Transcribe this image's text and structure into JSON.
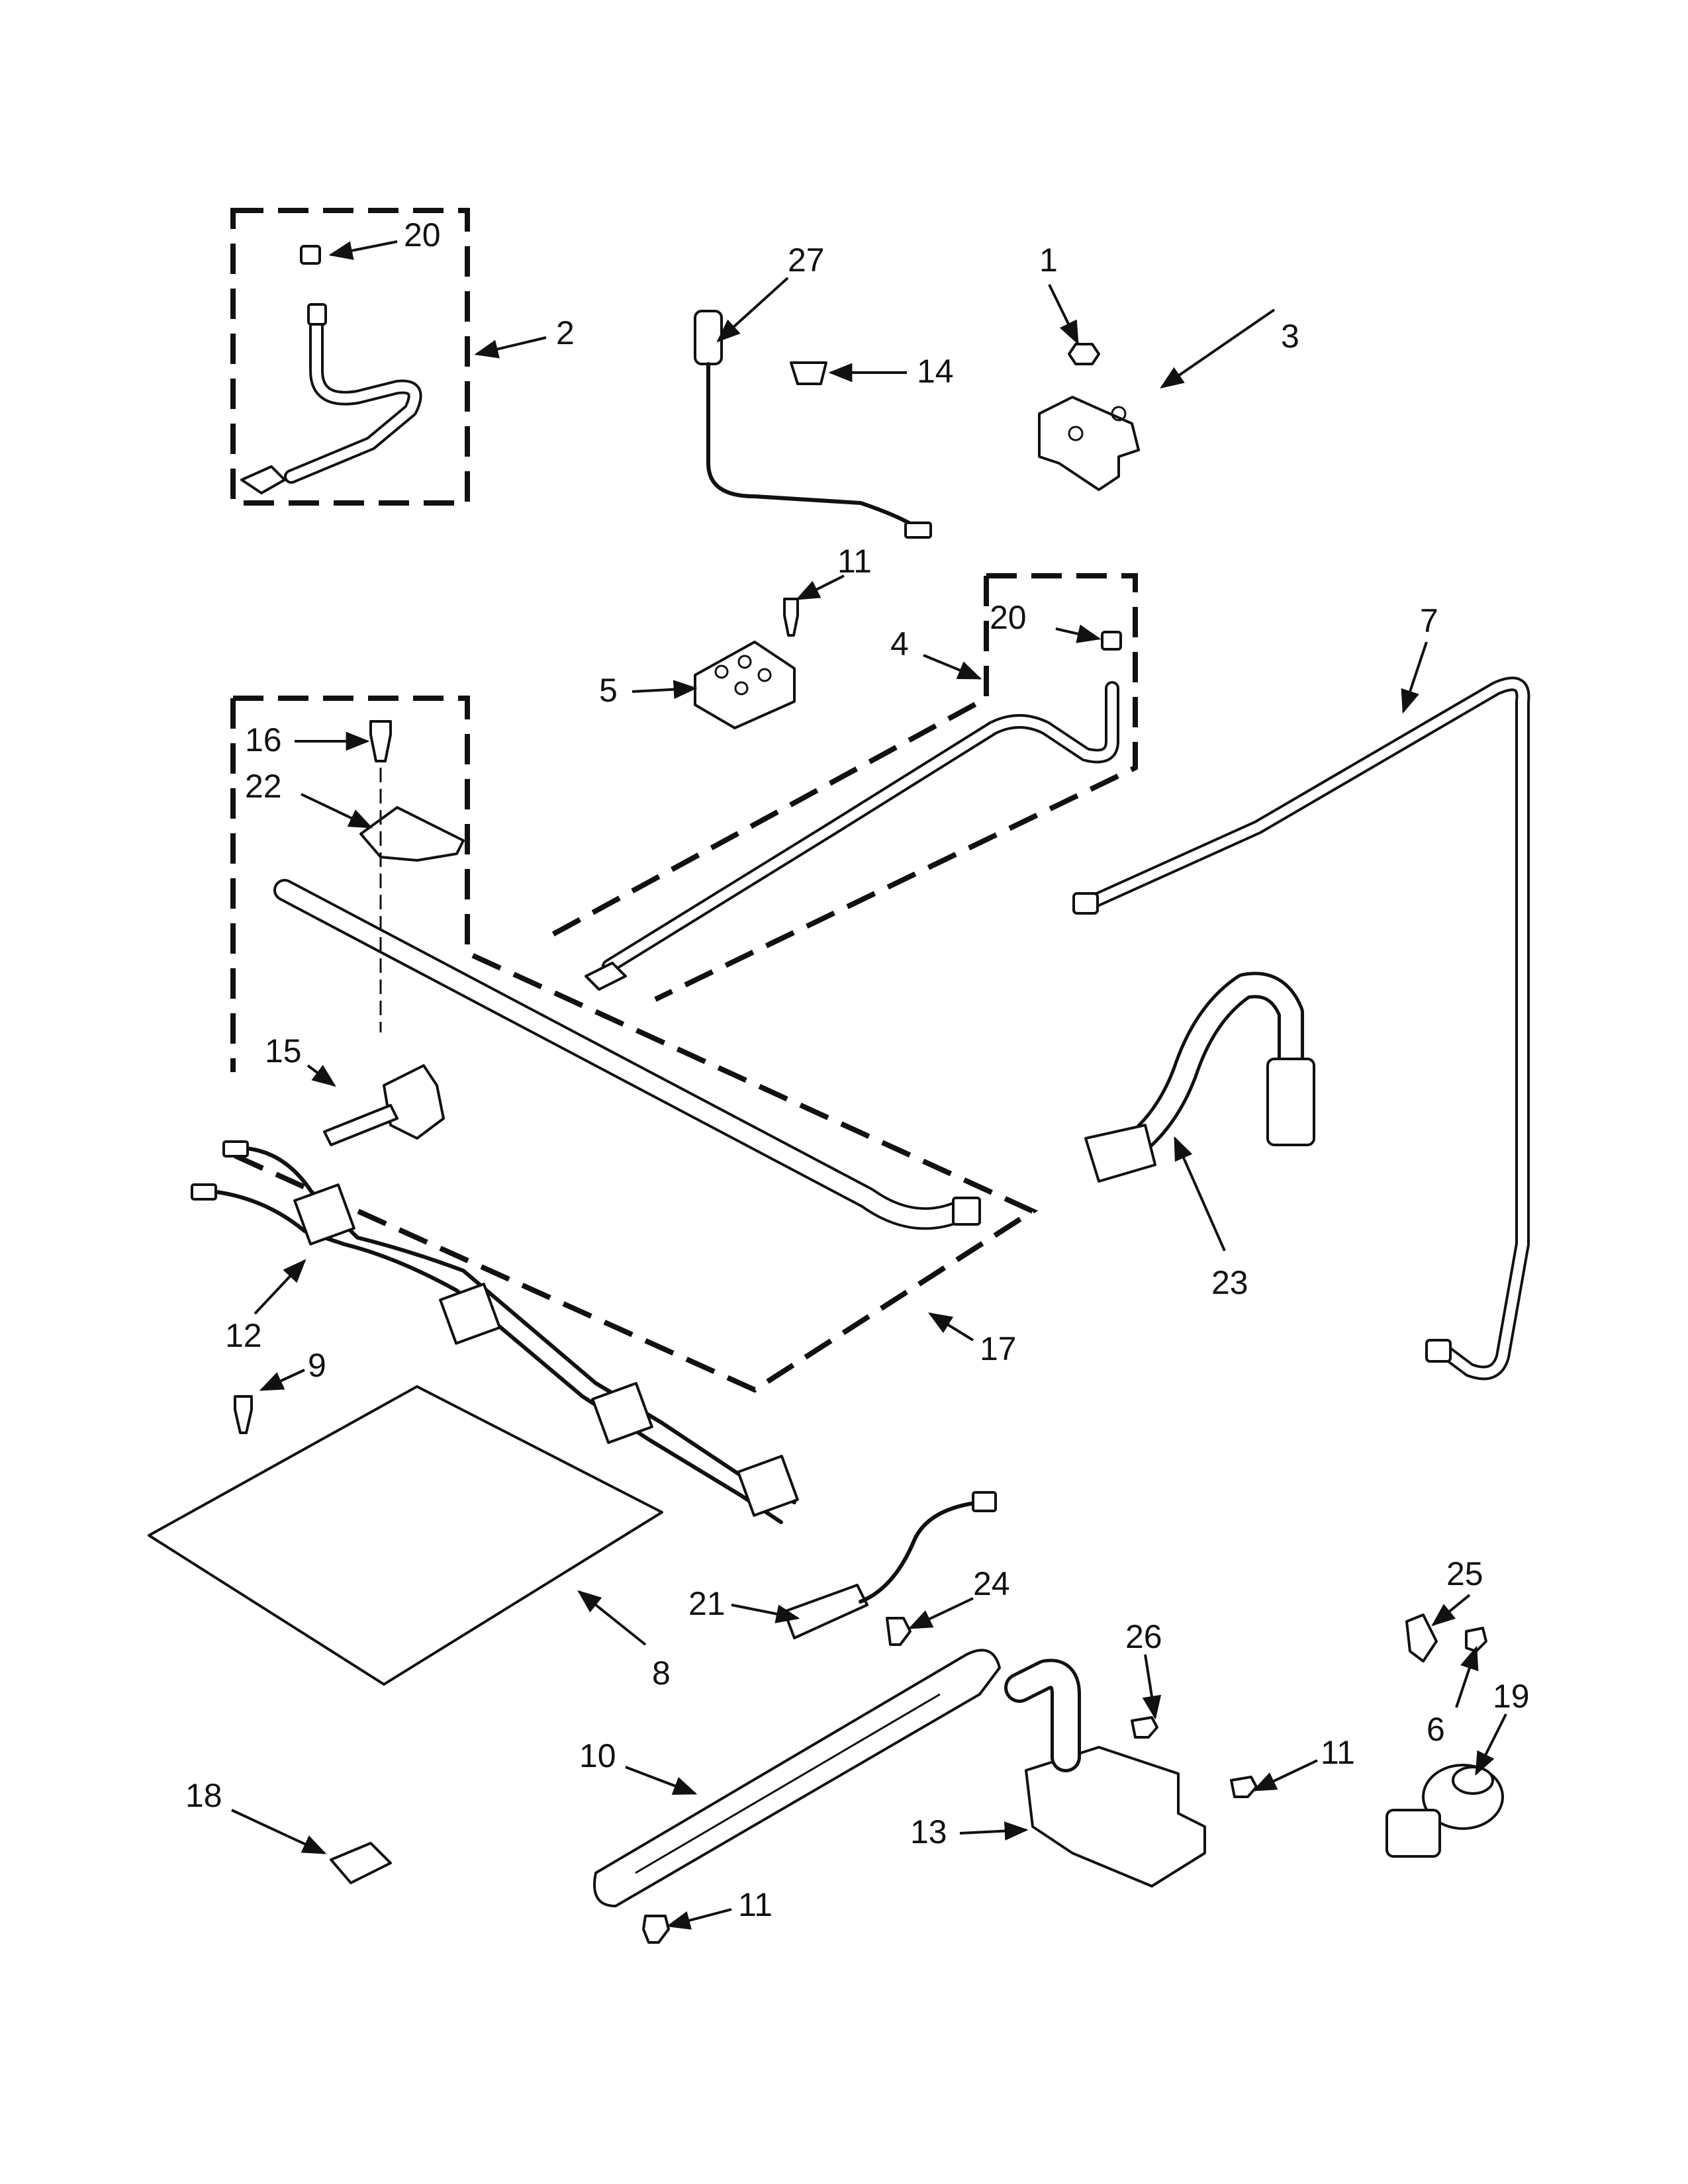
{
  "callouts": {
    "c1": "1",
    "c2": "2",
    "c3": "3",
    "c4": "4",
    "c5": "5",
    "c6": "6",
    "c7": "7",
    "c8": "8",
    "c9": "9",
    "c10": "10",
    "c11a": "11",
    "c11b": "11",
    "c11c": "11",
    "c12": "12",
    "c13": "13",
    "c14": "14",
    "c15": "15",
    "c16": "16",
    "c17": "17",
    "c18": "18",
    "c19": "19",
    "c20a": "20",
    "c20b": "20",
    "c21": "21",
    "c22": "22",
    "c23": "23",
    "c24": "24",
    "c25": "25",
    "c26": "26",
    "c27": "27"
  }
}
